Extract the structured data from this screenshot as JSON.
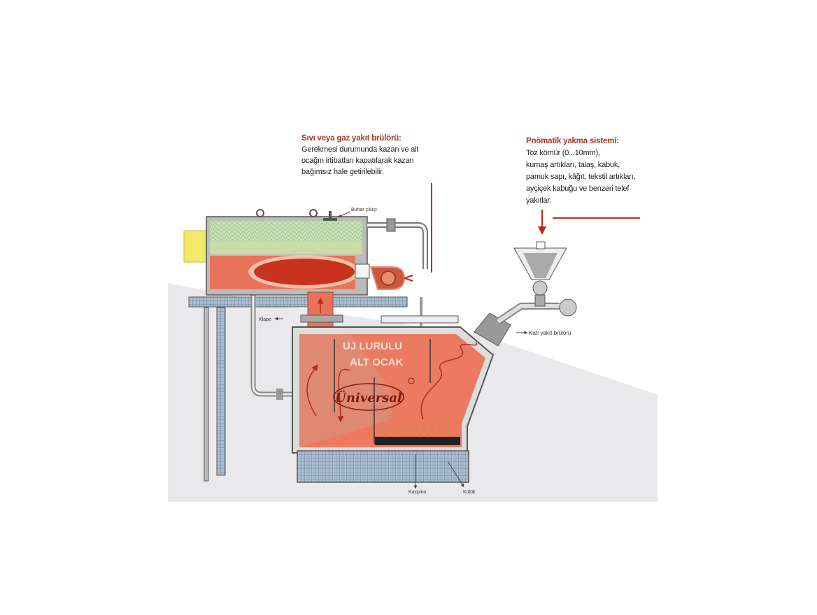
{
  "liquid_gas_burner": {
    "title": "Sıvı veya gaz yakıt brülörü:",
    "lines": [
      "Gerekmesi durumunda kazan ve alt",
      "ocağın irtibatları kapatılarak kazan",
      "bağımsız hale getirilebilir."
    ]
  },
  "pneumatic_system": {
    "title": "Pnömatik yakma sistemi:",
    "lines": [
      "Toz kömür (0...10mm),",
      "kumaş artıkları, talaş, kabuk,",
      "pamuk sapı, kâğıt, tekstil artıkları,",
      "ayçiçek kabuğu ve benzeri telef",
      "yakıtlar."
    ]
  },
  "labels": {
    "steam_outlet": "Buhar çıkışı",
    "damper": "Klape",
    "solid_fuel_burner": "Katı yakıt brülörü",
    "scraper": "Kazpino",
    "ash": "Külük"
  },
  "furnace_text": [
    "UJ LURULU",
    "ALT OCAK"
  ],
  "logo": "Üniversal",
  "colors": {
    "accent": "#a33a2a",
    "fire": "#e8735a",
    "flame": "#c8321e",
    "water": "#b9d8a8",
    "ground": "#e9e9eb"
  }
}
